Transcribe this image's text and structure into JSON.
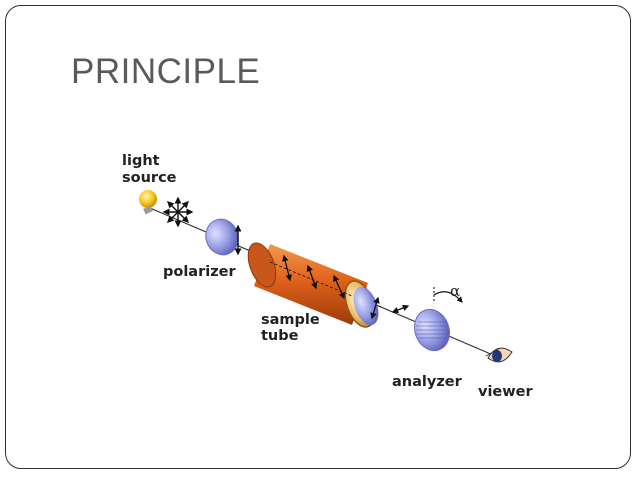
{
  "slide": {
    "title": "PRINCIPLE"
  },
  "diagram": {
    "labels": {
      "light_source_line1": "light",
      "light_source_line2": "source",
      "polarizer": "polarizer",
      "sample_tube_line1": "sample",
      "sample_tube_line2": "tube",
      "analyzer": "analyzer",
      "viewer": "viewer",
      "angle": "α"
    },
    "colors": {
      "bulb": "#f5c518",
      "lens": "#8f94e0",
      "tube": "#e0621b",
      "tube_end": "#d9a54a",
      "border": "#2e2e2e",
      "title": "#5a5a5a"
    }
  }
}
